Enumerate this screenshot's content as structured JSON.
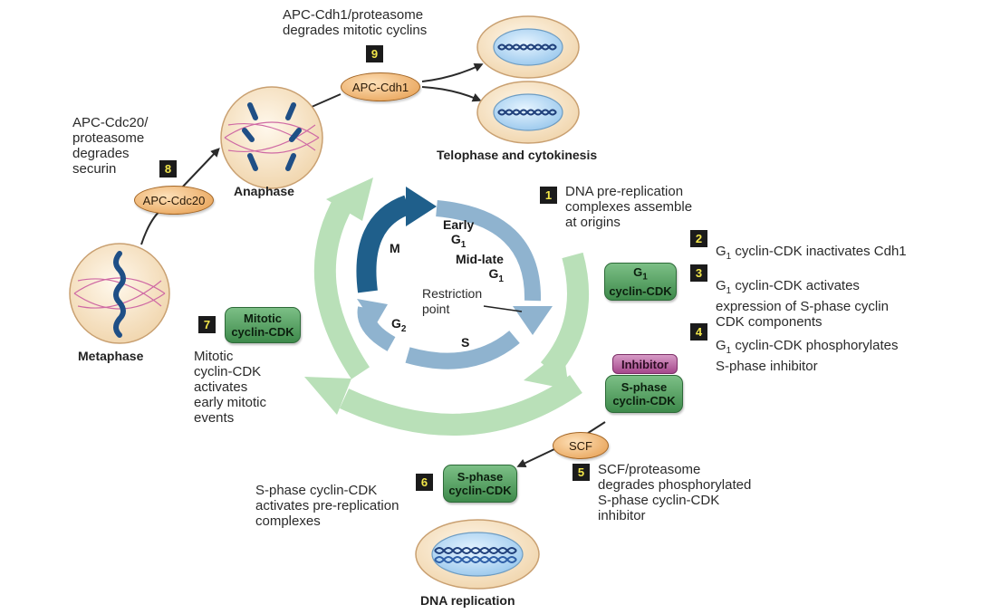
{
  "colors": {
    "outer_arrow": "#b9e0b8",
    "inner_dark": "#1f5f8b",
    "inner_light": "#8fb3cf",
    "badge_bg": "#1b1b1b",
    "badge_fg": "#f2e64a",
    "cdk_green": "#5aa56a",
    "inhibitor_purple": "#b35a9b",
    "protein_orange": "#f0b476"
  },
  "stages": {
    "metaphase": "Metaphase",
    "anaphase": "Anaphase",
    "telophase": "Telophase and cytokinesis",
    "dna_replication": "DNA replication"
  },
  "phases": {
    "m": "M",
    "early_g1_a": "Early",
    "early_g1_b": "G",
    "mid_late_a": "Mid-late",
    "mid_late_b": "G",
    "g1_sub": "1",
    "restriction": "Restriction\npoint",
    "s": "S",
    "g2": "G",
    "g2_sub": "2"
  },
  "proteins": {
    "apc_cdc20": "APC-Cdc20",
    "apc_cdh1": "APC-Cdh1",
    "scf": "SCF",
    "inhibitor": "Inhibitor",
    "g1_cdk_a": "G",
    "g1_cdk_sub": "1",
    "g1_cdk_b": "cyclin-CDK",
    "s_cdk_a": "S-phase",
    "s_cdk_b": "cyclin-CDK",
    "s_cdk6_a": "S-phase",
    "s_cdk6_b": "cyclin-CDK",
    "mitotic_a": "Mitotic",
    "mitotic_b": "cyclin-CDK"
  },
  "steps": [
    {
      "num": "1",
      "text": "DNA pre-replication\ncomplexes assemble\nat origins"
    },
    {
      "num": "2",
      "pre": "G",
      "sub": "1",
      "text": " cyclin-CDK inactivates Cdh1"
    },
    {
      "num": "3",
      "pre": "G",
      "sub": "1",
      "text": " cyclin-CDK activates\nexpression of S-phase cyclin\nCDK components"
    },
    {
      "num": "4",
      "pre": "G",
      "sub": "1",
      "text": " cyclin-CDK phosphorylates\nS-phase inhibitor"
    },
    {
      "num": "5",
      "text": "SCF/proteasome\ndegrades phosphorylated\nS-phase cyclin-CDK\ninhibitor"
    },
    {
      "num": "6",
      "text": "S-phase cyclin-CDK\nactivates pre-replication\ncomplexes"
    },
    {
      "num": "7",
      "text": "Mitotic\ncyclin-CDK\nactivates\nearly mitotic\nevents"
    },
    {
      "num": "8",
      "text": "APC-Cdc20/\nproteasome\ndegrades\nsecurin"
    },
    {
      "num": "9",
      "text": "APC-Cdh1/proteasome\ndegrades mitotic cyclins"
    }
  ]
}
